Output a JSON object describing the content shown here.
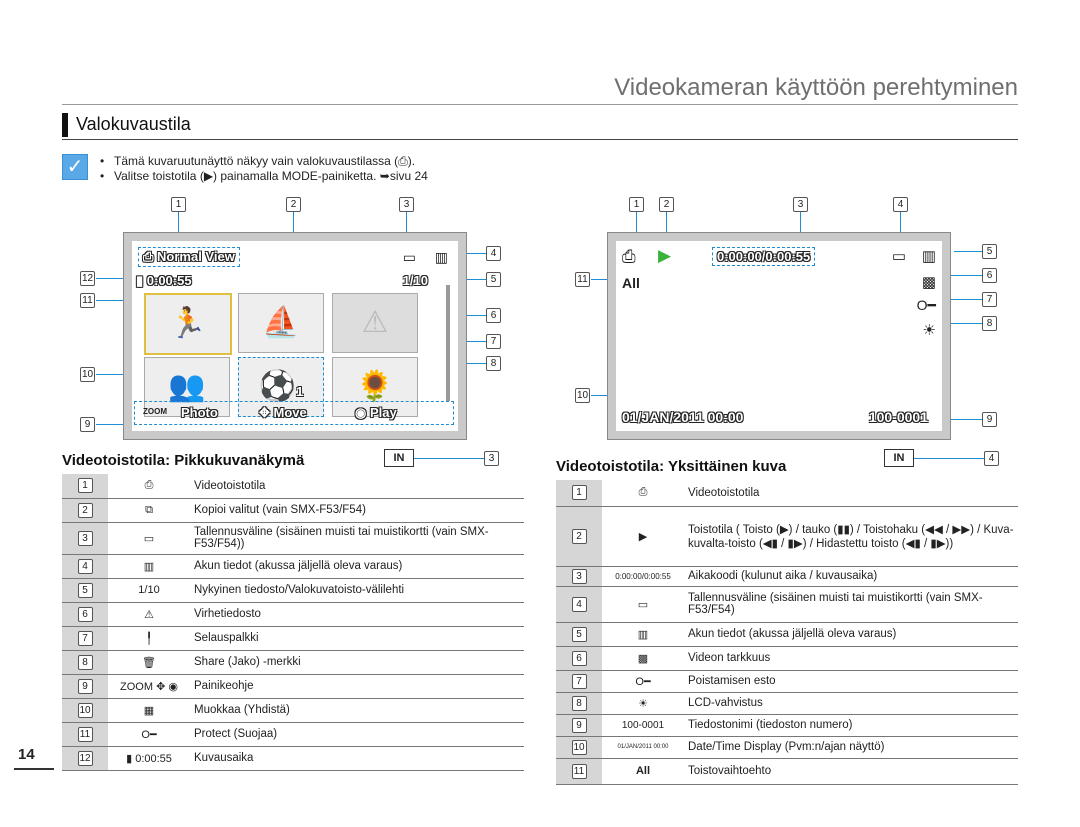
{
  "header": {
    "chapter_title": "Videokameran käyttöön perehtyminen"
  },
  "section": {
    "title": "Valokuvaustila"
  },
  "notes": [
    "Tämä kuvaruutunäyttö näkyy vain valokuvaustilassa (⎙).",
    "Valitse toistotila (▶) painamalla MODE-painiketta. ➥sivu 24"
  ],
  "left_screen": {
    "view_label": "Normal View",
    "time": "0:00:55",
    "counter": "1/10",
    "thumb_count": "1",
    "guide": {
      "zoom": "ZOOM",
      "photo": "Photo",
      "move": "Move",
      "play": "Play"
    },
    "callouts_top": [
      "1",
      "2",
      "3"
    ],
    "callouts_right": [
      "4",
      "5",
      "6",
      "7",
      "8"
    ],
    "callouts_left": [
      "12",
      "11",
      "10",
      "9"
    ]
  },
  "right_screen": {
    "timecode": "0:00:00/0:00:55",
    "date": "01/JAN/2011 00:00",
    "file": "100-0001",
    "callouts_top": [
      "1",
      "2",
      "3",
      "4"
    ],
    "callouts_right": [
      "5",
      "6",
      "7",
      "8",
      "9"
    ],
    "callouts_left": [
      "11",
      "10"
    ]
  },
  "left_subtitle": "Videotoistotila: Pikkukuvanäkymä",
  "left_subtitle_num": "3",
  "right_subtitle": "Videotoistotila: Yksittäinen kuva",
  "right_subtitle_num": "4",
  "in_icon": "IN",
  "left_table": [
    {
      "num": "1",
      "icon": "⎙",
      "text": "Videotoistotila"
    },
    {
      "num": "2",
      "icon": "⧉",
      "text": "Kopioi valitut (vain SMX-F53/F54)"
    },
    {
      "num": "3",
      "icon": "▭",
      "text": "Tallennusväline (sisäinen muisti tai muistikortti (vain SMX-F53/F54))"
    },
    {
      "num": "4",
      "icon": "▥",
      "text": "Akun tiedot (akussa jäljellä oleva varaus)"
    },
    {
      "num": "5",
      "icon": "1/10",
      "text": "Nykyinen tiedosto/Valokuvatoisto-välilehti"
    },
    {
      "num": "6",
      "icon": "⚠",
      "text": "Virhetiedosto"
    },
    {
      "num": "7",
      "icon": "╿",
      "text": "Selauspalkki"
    },
    {
      "num": "8",
      "icon": "🗑",
      "text": "Share (Jako) -merkki"
    },
    {
      "num": "9",
      "icon": "ZOOM ✥ ◉",
      "text": "Painikeohje"
    },
    {
      "num": "10",
      "icon": "▦",
      "text": "Muokkaa (Yhdistä)"
    },
    {
      "num": "11",
      "icon": "O━",
      "text": "Protect (Suojaa)"
    },
    {
      "num": "12",
      "icon": "▮ 0:00:55",
      "text": "Kuvausaika"
    }
  ],
  "right_table": [
    {
      "num": "1",
      "icon": "⎙",
      "text": "Videotoistotila"
    },
    {
      "num": "2",
      "icon": "▶",
      "text": "Toistotila ( Toisto (▶) / tauko (▮▮) / Toistohaku (◀◀ / ▶▶) / Kuva-kuvalta-toisto (◀▮ / ▮▶) / Hidastettu toisto (◀▮ / ▮▶))"
    },
    {
      "num": "3",
      "icon": "0:00:00/0:00:55",
      "text": "Aikakoodi (kulunut aika / kuvausaika)"
    },
    {
      "num": "4",
      "icon": "▭",
      "text": "Tallennusväline (sisäinen muisti tai muistikortti (vain SMX-F53/F54)"
    },
    {
      "num": "5",
      "icon": "▥",
      "text": "Akun tiedot (akussa jäljellä oleva varaus)"
    },
    {
      "num": "6",
      "icon": "▩",
      "text": "Videon tarkkuus"
    },
    {
      "num": "7",
      "icon": "O━",
      "text": "Poistamisen esto"
    },
    {
      "num": "8",
      "icon": "☀",
      "text": "LCD-vahvistus"
    },
    {
      "num": "9",
      "icon": "100-0001",
      "text": "Tiedostonimi (tiedoston numero)"
    },
    {
      "num": "10",
      "icon": "01/JAN/2011 00:00",
      "text": "Date/Time Display (Pvm:n/ajan näyttö)"
    },
    {
      "num": "11",
      "icon": "All",
      "text": "Toistovaihtoehto"
    }
  ],
  "page_number": "14"
}
